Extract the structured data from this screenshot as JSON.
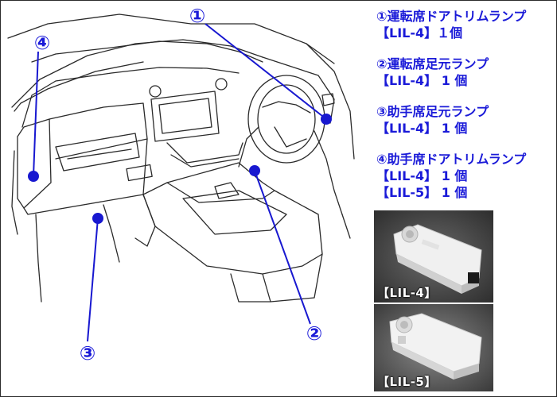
{
  "callouts": {
    "c1": "①",
    "c2": "②",
    "c3": "③",
    "c4": "④"
  },
  "legend": [
    {
      "title": "①運転席ドアトリムランプ",
      "parts": [
        "【LIL-4】１個"
      ]
    },
    {
      "title": "②運転席足元ランプ",
      "parts": [
        "【LIL-4】 1 個"
      ]
    },
    {
      "title": "③助手席足元ランプ",
      "parts": [
        "【LIL-4】 1 個"
      ]
    },
    {
      "title": "④助手席ドアトリムランプ",
      "parts": [
        "【LIL-4】 1 個",
        "【LIL-5】 1 個"
      ]
    }
  ],
  "photos": [
    {
      "label": "【LIL-4】"
    },
    {
      "label": "【LIL-5】"
    }
  ],
  "colors": {
    "accent": "#1a1ad8",
    "line": "#2a2a2a",
    "marker": "#1818d0"
  }
}
